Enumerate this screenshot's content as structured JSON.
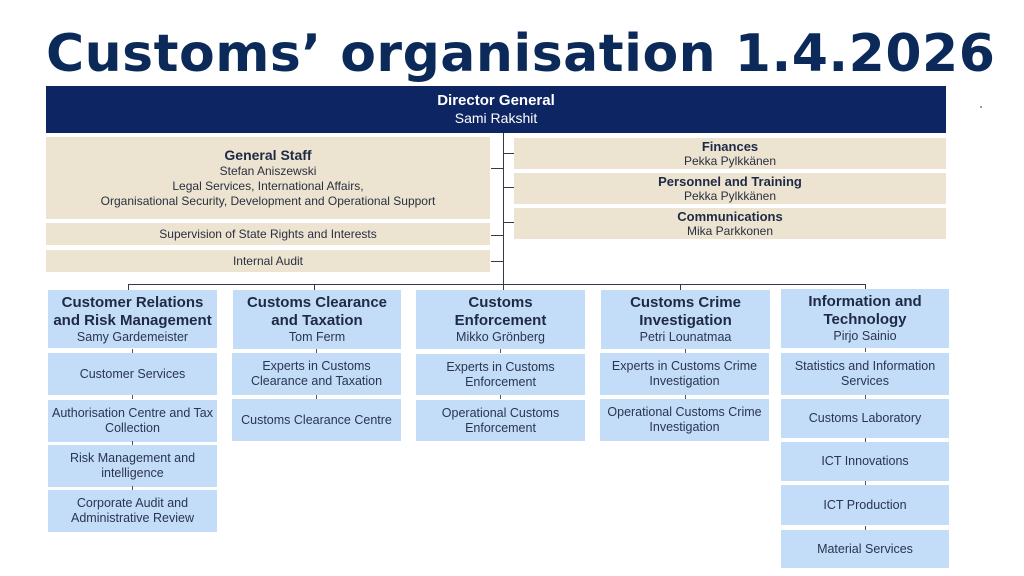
{
  "title": "Customs’ organisation 1.4.2026",
  "director": {
    "title": "Director General",
    "name": "Sami Rakshit"
  },
  "general_staff": {
    "title": "General Staff",
    "name": "Stefan Aniszewski",
    "line1": "Legal Services, International Affairs,",
    "line2": "Organisational Security, Development and Operational Support"
  },
  "staff_units": [
    "Supervision of State Rights and Interests",
    "Internal Audit"
  ],
  "support_units": [
    {
      "title": "Finances",
      "name": "Pekka Pylkkänen"
    },
    {
      "title": "Personnel and Training",
      "name": "Pekka Pylkkänen"
    },
    {
      "title": "Communications",
      "name": "Mika Parkkonen"
    }
  ],
  "departments": [
    {
      "title_line1": "Customer Relations",
      "title_line2": "and Risk Management",
      "head": "Samy Gardemeister",
      "units": [
        "Customer Services",
        "Authorisation Centre and Tax Collection",
        "Risk Management and intelligence",
        "Corporate Audit and Administrative Review"
      ]
    },
    {
      "title_line1": "Customs Clearance",
      "title_line2": "and Taxation",
      "head": "Tom Ferm",
      "units": [
        "Experts in Customs Clearance and Taxation",
        "Customs Clearance Centre"
      ]
    },
    {
      "title_line1": "Customs",
      "title_line2": "Enforcement",
      "head": "Mikko Grönberg",
      "units": [
        "Experts in Customs Enforcement",
        "Operational Customs Enforcement"
      ]
    },
    {
      "title_line1": "Customs Crime",
      "title_line2": "Investigation",
      "head": "Petri Lounatmaa",
      "units": [
        "Experts in Customs Crime Investigation",
        "Operational Customs Crime Investigation"
      ]
    },
    {
      "title_line1": "Information and",
      "title_line2": "Technology",
      "head": "Pirjo Sainio",
      "units": [
        "Statistics and Information Services",
        "Customs Laboratory",
        "ICT Innovations",
        "ICT Production",
        "Material Services"
      ]
    }
  ],
  "colors": {
    "navy": "#0e2563",
    "beige": "#ece3d0",
    "blue": "#c3dcf7",
    "title": "#0b2a5a"
  }
}
